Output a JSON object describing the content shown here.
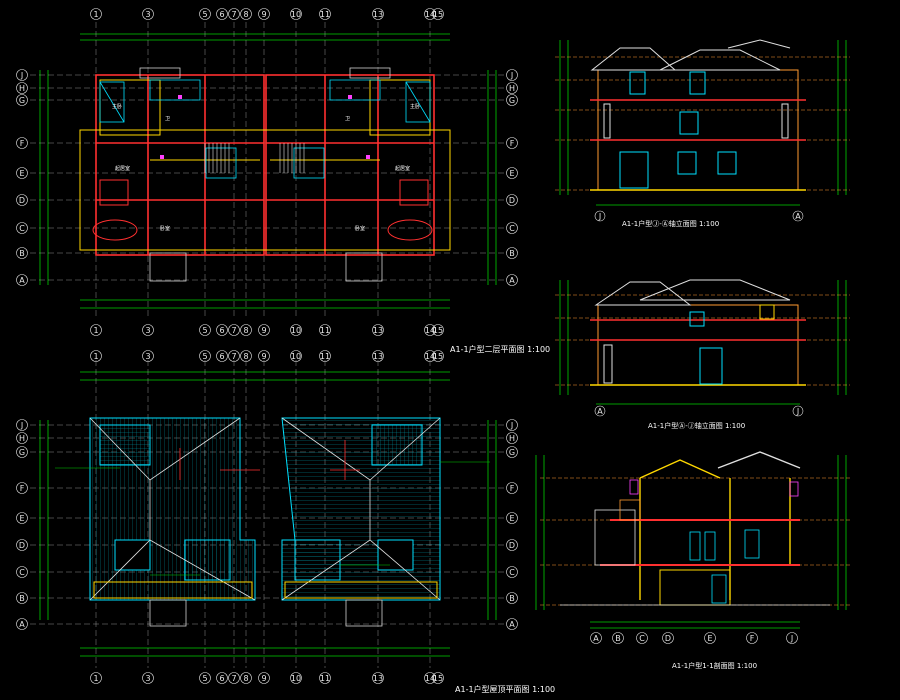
{
  "drawing": {
    "background": "#000000",
    "colors": {
      "wall": "#ff3030",
      "dim": "#00d000",
      "grid": "#d0d0d0",
      "yellow": "#ffd800",
      "cyan": "#00e0ff",
      "magenta": "#ff40ff",
      "orange": "#ff9a30",
      "blue": "#3aa0ff",
      "roof": "#00b0c0"
    },
    "grid_axes_horizontal": [
      "1",
      "3",
      "5",
      "6",
      "7",
      "8",
      "9",
      "10",
      "11",
      "13",
      "14",
      "15"
    ],
    "grid_axes_vertical": [
      "J",
      "H",
      "G",
      "F",
      "E",
      "D",
      "C",
      "B",
      "A"
    ],
    "grid_axes_section": [
      "A",
      "B",
      "C",
      "D",
      "E",
      "F",
      "J"
    ]
  },
  "views": {
    "second_floor_plan": {
      "title": "A1-1户型二层平面图",
      "scale": "1:100"
    },
    "roof_plan": {
      "title": "A1-1户型屋顶平面图",
      "scale": "1:100"
    },
    "elevation_ja": {
      "title": "A1-1户型Ⓙ-Ⓐ轴立面图",
      "scale": "1:100",
      "axis_left": "J",
      "axis_right": "A"
    },
    "elevation_aj": {
      "title": "A1-1户型Ⓐ-Ⓙ轴立面图",
      "scale": "1:100",
      "axis_left": "A",
      "axis_right": "J"
    },
    "section_11": {
      "title": "A1-1户型1-1剖面图",
      "scale": "1:100"
    }
  }
}
